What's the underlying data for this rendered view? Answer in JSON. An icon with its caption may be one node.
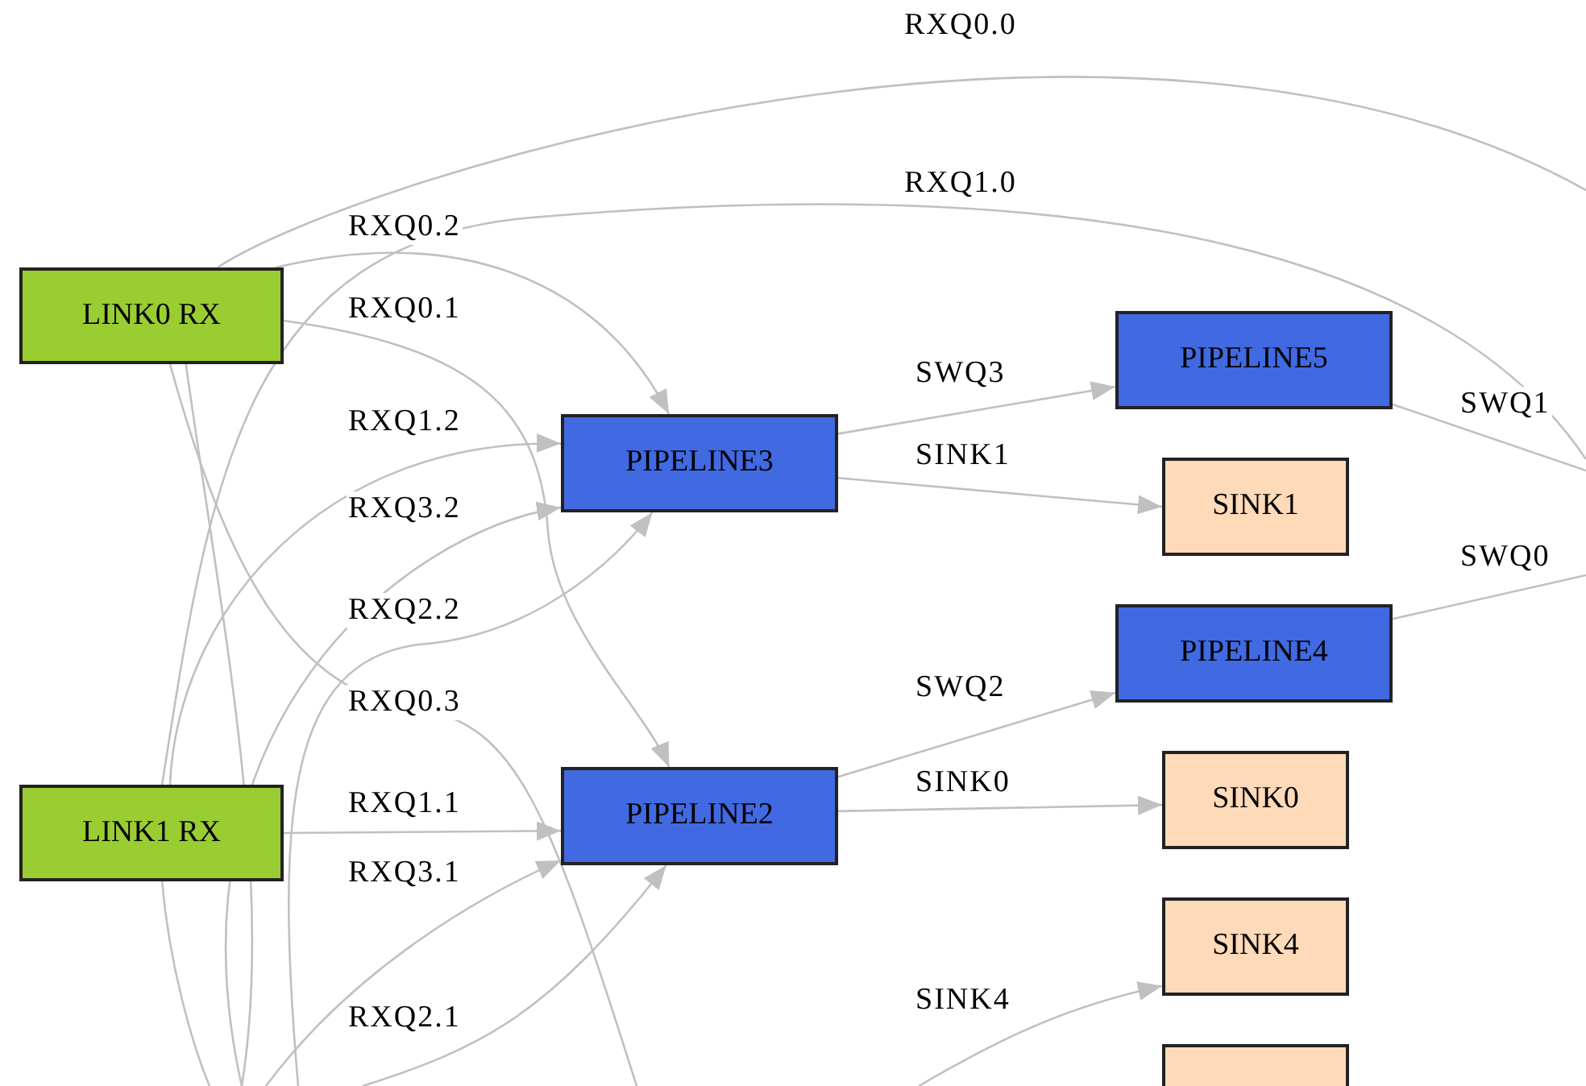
{
  "diagram": {
    "nodes": [
      {
        "text": [
          "LINK0 RX"
        ]
      },
      {
        "text": [
          "LINK1 RX"
        ]
      },
      {
        "text": [
          "PIPELINE3"
        ]
      },
      {
        "text": [
          "PIPELINE2"
        ]
      },
      {
        "text": [
          "PIPELINE5"
        ]
      },
      {
        "text": [
          "SINK1"
        ]
      },
      {
        "text": [
          "PIPELINE4"
        ]
      },
      {
        "text": [
          "SINK0"
        ]
      },
      {
        "text": [
          "SINK4"
        ]
      },
      {
        "text": [],
        "shape": "box"
      }
    ],
    "edges": [
      {
        "from": 0,
        "to": null,
        "arrow": "none",
        "label": "RXQ0.0"
      },
      {
        "from": 1,
        "to": null,
        "arrow": "none",
        "label": "RXQ1.0"
      },
      {
        "from": 0,
        "to": 2,
        "arrow": "to",
        "label": "RXQ0.2"
      },
      {
        "from": 0,
        "to": 3,
        "arrow": "to",
        "label": "RXQ0.1"
      },
      {
        "from": 1,
        "to": 2,
        "arrow": "to",
        "label": "RXQ1.2"
      },
      {
        "from": null,
        "to": 2,
        "arrow": "to",
        "label": "RXQ3.2"
      },
      {
        "from": null,
        "to": 2,
        "arrow": "to",
        "label": "RXQ2.2"
      },
      {
        "from": 0,
        "to": null,
        "arrow": "none",
        "label": "RXQ0.3"
      },
      {
        "from": 0,
        "to": null,
        "arrow": "none"
      },
      {
        "from": 1,
        "to": 3,
        "arrow": "to",
        "label": "RXQ1.1"
      },
      {
        "from": null,
        "to": 3,
        "arrow": "to",
        "label": "RXQ3.1"
      },
      {
        "from": null,
        "to": 3,
        "arrow": "to",
        "label": "RXQ2.1"
      },
      {
        "from": 1,
        "to": null,
        "arrow": "none"
      },
      {
        "from": 2,
        "to": 4,
        "arrow": "to",
        "label": "SWQ3"
      },
      {
        "from": 2,
        "to": 5,
        "arrow": "to",
        "label": "SINK1"
      },
      {
        "from": 3,
        "to": 6,
        "arrow": "to",
        "label": "SWQ2"
      },
      {
        "from": 3,
        "to": 7,
        "arrow": "to",
        "label": "SINK0"
      },
      {
        "from": null,
        "to": 8,
        "arrow": "to",
        "label": "SINK4"
      },
      {
        "from": 4,
        "to": null,
        "arrow": "none",
        "label": "SWQ1"
      },
      {
        "from": 6,
        "to": null,
        "arrow": "none",
        "label": "SWQ0"
      }
    ]
  }
}
